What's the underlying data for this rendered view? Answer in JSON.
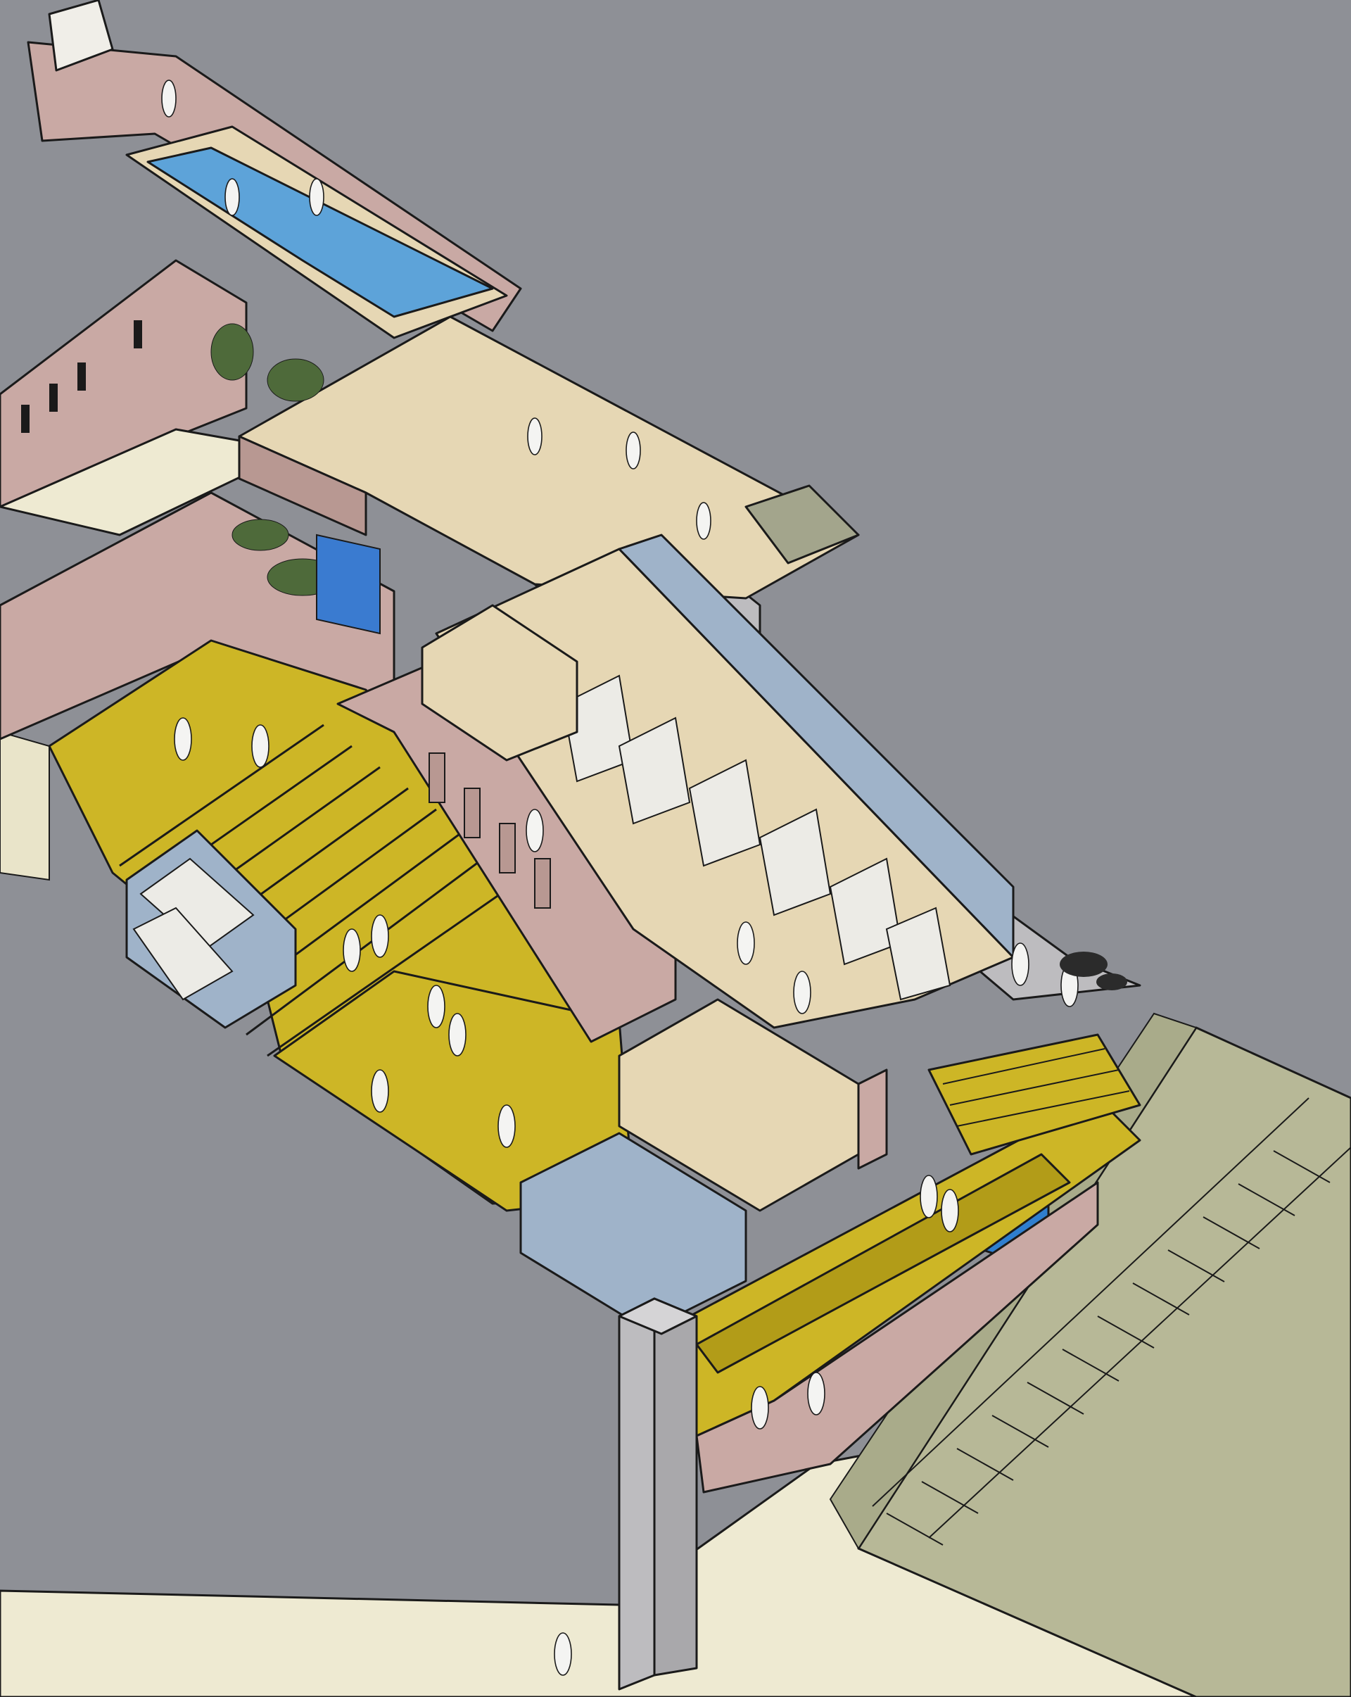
{
  "palette": {
    "background": "#8e9096",
    "wall_pink": "#c9a9a4",
    "wall_pink_dark": "#b89892",
    "floor_beige": "#e6d7b4",
    "floor_cream": "#eeead2",
    "plaza_yellow": "#cdb626",
    "plaza_yellow_dark": "#b29c18",
    "pool_blue": "#5da3d9",
    "room_blue": "#9fb3c9",
    "concrete_grey": "#bdbcbf",
    "slope_green": "#b7b897",
    "shelf_white": "#ecebe6",
    "kiosk_blue": "#2f7fcf",
    "ink": "#1a1a1a",
    "figure": "#f4f4f2"
  },
  "icons": {
    "figures": "person-silhouette",
    "shelves": "bookshelf",
    "trellis": "pergola-grid",
    "kiosk": "cable-car-cabin",
    "plants": "vegetation"
  }
}
